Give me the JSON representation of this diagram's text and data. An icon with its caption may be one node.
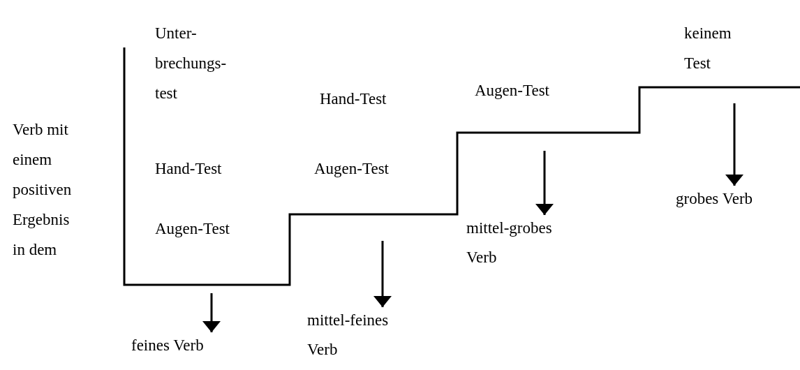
{
  "diagram": {
    "nodes": [
      {
        "text": [
          "feines Verb"
        ]
      },
      {
        "text": [
          "mittel-feines Verb"
        ]
      },
      {
        "text": [
          "mittel-grobes Verb"
        ]
      },
      {
        "text": [
          "grobes Verb"
        ]
      }
    ],
    "edges": [
      {
        "from": null,
        "to": 0,
        "arrow": "to"
      },
      {
        "from": null,
        "to": 1,
        "arrow": "to"
      },
      {
        "from": null,
        "to": 2,
        "arrow": "to"
      },
      {
        "from": null,
        "to": 3,
        "arrow": "to"
      }
    ],
    "labels": [
      "Unter- brechungs- test",
      "keinem Test",
      "Augen-Test",
      "Hand-Test",
      "Verb mit einem positiven Ergebnis in dem",
      "Hand-Test",
      "Augen-Test",
      "Augen-Test"
    ]
  }
}
